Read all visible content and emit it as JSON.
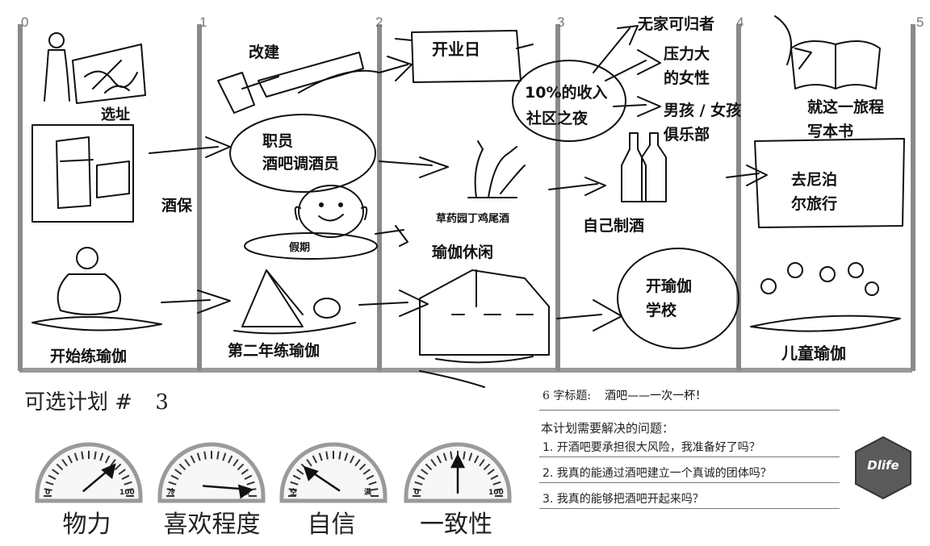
{
  "timeline": {
    "year_markers": [
      "0",
      "1",
      "2",
      "3",
      "4",
      "5"
    ]
  },
  "sketch": {
    "items": {
      "site": "选址",
      "furniture": "酒保",
      "start_yoga": "开始练瑜伽",
      "renovate": "改建",
      "staff_line1": "职员",
      "staff_line2": "酒吧调酒员",
      "holiday": "假期",
      "second_year_yoga": "第二年练瑜伽",
      "opening_day": "开业日",
      "income_line1": "10%的收入",
      "income_line2": "社区之夜",
      "herb_cocktail": "草药园丁鸡尾酒",
      "yoga_leisure": "瑜伽休闲",
      "homeless": "无家可归者",
      "stressed_line1": "压力大",
      "stressed_line2": "的女性",
      "club_line1": "男孩 / 女孩",
      "club_line2": "俱乐部",
      "brew": "自己制酒",
      "yoga_school_line1": "开瑜伽",
      "yoga_school_line2": "学校",
      "book_line1": "就这一旅程",
      "book_line2": "写本书",
      "nepal_line1": "去尼泊",
      "nepal_line2": "尔旅行",
      "kids_yoga": "儿童瑜伽"
    }
  },
  "plan": {
    "label": "可选计划 #",
    "number": "3"
  },
  "gauges": [
    {
      "name": "物力",
      "min_label": "0",
      "max_label": "100",
      "needle_fraction": 0.72
    },
    {
      "name": "喜欢程度",
      "min_label": "冷",
      "max_label": "热",
      "needle_fraction": 0.95
    },
    {
      "name": "自信",
      "min_label": "空",
      "max_label": "满",
      "needle_fraction": 0.25
    },
    {
      "name": "一致性",
      "min_label": "0",
      "max_label": "100",
      "needle_fraction": 0.5
    }
  ],
  "headline": {
    "label": "6 字标题:",
    "value": "酒吧——一次一杯！"
  },
  "questions": {
    "header": "本计划需要解决的问题：",
    "items": [
      "1. 开酒吧要承担很大风险，我准备好了吗？",
      "2. 我真的能通过酒吧建立一个真诚的团体吗？",
      "3. 我真的能够把酒吧开起来吗？"
    ]
  },
  "logo": {
    "text": "Dlife"
  },
  "colors": {
    "ink": "#111111",
    "divider": "#8a8a8a",
    "gauge_face": "#f7f7f7",
    "gauge_rim": "#9a9a9a",
    "logo_bg": "#5a5a5a"
  }
}
